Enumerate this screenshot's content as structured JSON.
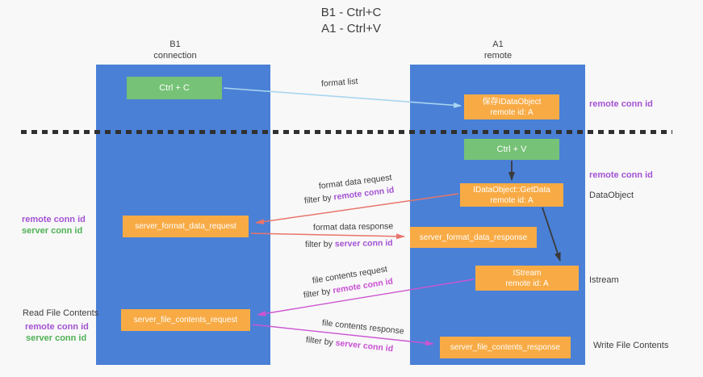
{
  "title": {
    "line1": "B1 - Ctrl+C",
    "line2": "A1 - Ctrl+V"
  },
  "lanes": {
    "left": {
      "name": "B1",
      "subtitle": "connection"
    },
    "right": {
      "name": "A1",
      "subtitle": "remote"
    }
  },
  "boxes": {
    "ctrl_c": "Ctrl + C",
    "ctrl_v": "Ctrl + V",
    "save_idataobject": {
      "line1": "保存IDataObject",
      "line2": "remote id: A"
    },
    "getdata": {
      "line1": "IDataObject::GetData",
      "line2": "remote id: A"
    },
    "istream": {
      "line1": "IStream",
      "line2": "remote id: A"
    },
    "server_format_data_request": "server_format_data_request",
    "server_format_data_response": "server_format_data_response",
    "server_file_contents_request": "server_file_contents_request",
    "server_file_contents_response": "server_file_contents_response"
  },
  "flow_labels": {
    "format_list": "format list",
    "format_data_request": "format data request",
    "format_data_response": "format data response",
    "file_contents_request": "file contents request",
    "file_contents_response": "file contents response",
    "filter_by": "filter by",
    "remote_conn_id": "remote conn id",
    "server_conn_id": "server conn id"
  },
  "side_labels": {
    "remote_conn_id": "remote conn id",
    "server_conn_id": "server conn id",
    "dataobject": "DataObject",
    "istream": "Istream",
    "read_file_contents": "Read File Contents",
    "write_file_contents": "Write File Contents"
  },
  "colors": {
    "background": "#f8f8f8",
    "lane_blue": "#4a80d6",
    "box_green": "#76c276",
    "box_orange": "#f8ab45",
    "text_dark": "#3d3d3d",
    "purple": "#a452d4",
    "magenta": "#c94fd4",
    "green_label": "#4fb155",
    "arrow_blue": "#a9d5f0",
    "arrow_black": "#3a3a3a",
    "arrow_salmon": "#e8756b",
    "arrow_magenta": "#cb55d2",
    "dash": "#303030"
  }
}
